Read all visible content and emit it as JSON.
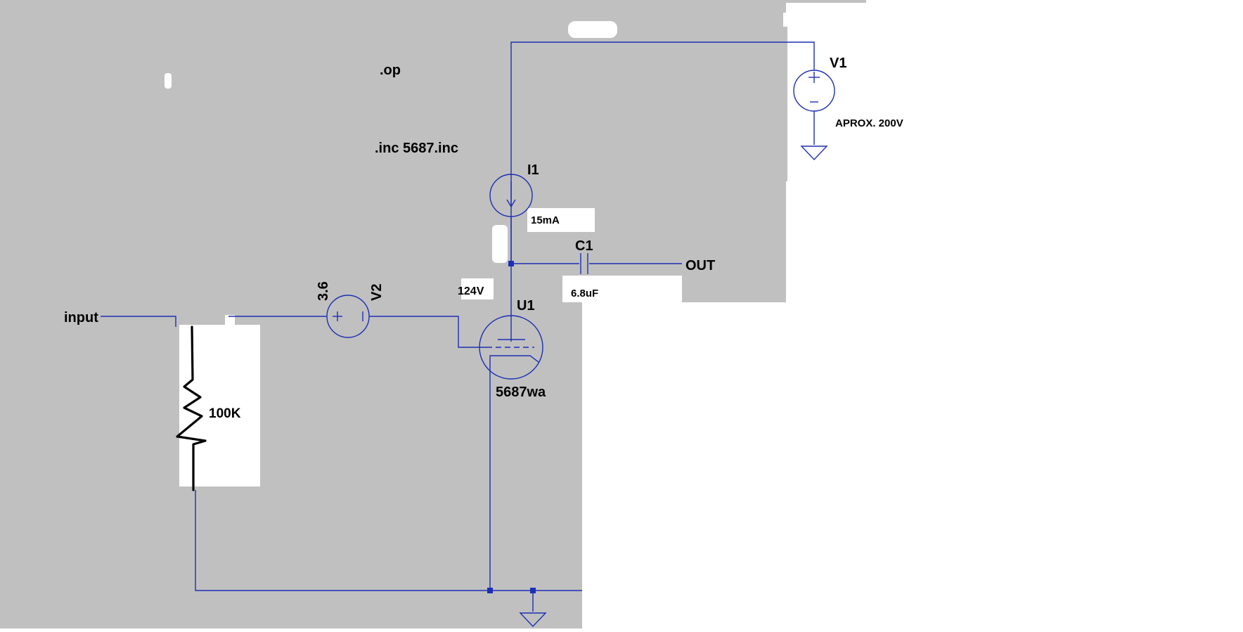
{
  "directives": {
    "op": ".op",
    "inc": ".inc 5687.inc"
  },
  "components": {
    "v1": {
      "name": "V1",
      "value": "APROX. 200V"
    },
    "i1": {
      "name": "I1",
      "value": "15mA"
    },
    "c1": {
      "name": "C1",
      "value": "6.8uF"
    },
    "v2": {
      "name": "V2",
      "value": "3.6"
    },
    "u1": {
      "name": "U1",
      "value": "5687wa"
    },
    "r1": {
      "value": "100K"
    }
  },
  "nodes": {
    "input": "input",
    "output": "OUT",
    "plate_voltage": "124V"
  },
  "colors": {
    "schematic_bg": "#c0c0c0",
    "wire": "#1c2fb4",
    "paper": "#ffffff",
    "text": "#000000"
  },
  "icons": [
    "voltage-source-icon",
    "current-source-icon",
    "capacitor-icon",
    "triode-tube-icon",
    "resistor-icon",
    "ground-icon",
    "junction-dot-icon"
  ]
}
